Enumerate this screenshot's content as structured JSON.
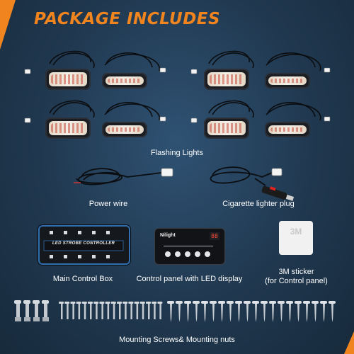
{
  "title": "PACKAGE INCLUDES",
  "items": [
    {
      "label": "Flashing Lights"
    },
    {
      "label": "Power wire"
    },
    {
      "label": "Cigarette lighter plug"
    },
    {
      "label": "Main Control Box"
    },
    {
      "label": "Control panel with LED display"
    },
    {
      "label": "3M sticker\n(for Control panel)"
    },
    {
      "label": "Mounting Screws& Mounting nuts"
    }
  ],
  "control_box_text": "LED STROBE CONTROLLER",
  "control_panel_brand": "Nilight",
  "control_panel_display": "88",
  "sticker_text": "3M",
  "colors": {
    "accent": "#f0851f",
    "background": "#20384f"
  }
}
